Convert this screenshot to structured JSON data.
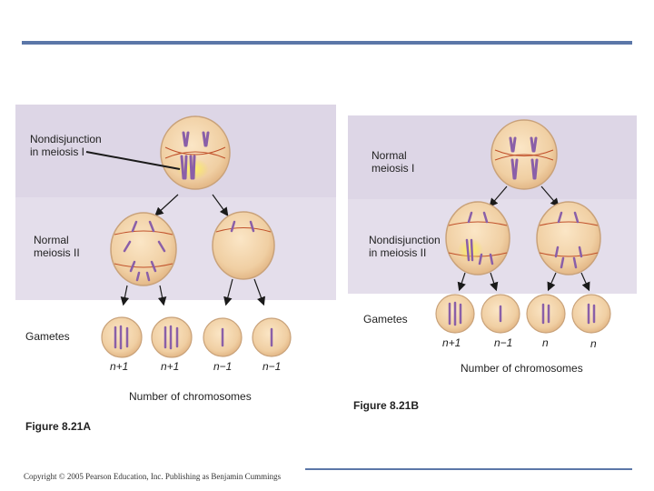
{
  "figure_a": {
    "caption": "Figure 8.21A",
    "label_nondisjunction_1": "Nondisjunction",
    "label_nondisjunction_2": "in meiosis I",
    "label_normal_1": "Normal",
    "label_normal_2": "meiosis II",
    "label_gametes": "Gametes",
    "gamete_counts": [
      "n+1",
      "n+1",
      "n−1",
      "n−1"
    ],
    "label_number": "Number of chromosomes"
  },
  "figure_b": {
    "caption": "Figure 8.21B",
    "label_normal_1": "Normal",
    "label_normal_2": "meiosis I",
    "label_nondisjunction_1": "Nondisjunction",
    "label_nondisjunction_2": "in meiosis II",
    "label_gametes": "Gametes",
    "gamete_counts": [
      "n+1",
      "n−1",
      "n",
      "n"
    ],
    "label_number": "Number of  chromosomes"
  },
  "copyright": "Copyright © 2005 Pearson Education, Inc. Publishing as Benjamin Cummings",
  "colors": {
    "rule": "#5b77a8",
    "panel": "#ddd6e6",
    "cell_fill": "#f0cfa3",
    "cell_edge": "#c9a27a",
    "chromosome": "#8a5fa8",
    "spindle": "#c0502a",
    "highlight": "#f4e64a"
  }
}
